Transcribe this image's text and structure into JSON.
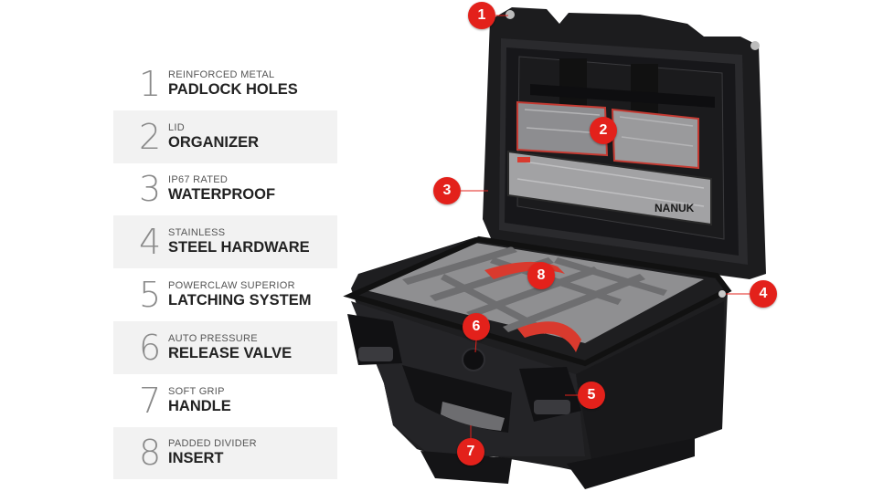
{
  "features": [
    {
      "number": "1",
      "line1": "REINFORCED METAL",
      "line2": "PADLOCK HOLES"
    },
    {
      "number": "2",
      "line1": "LID",
      "line2": "ORGANIZER"
    },
    {
      "number": "3",
      "line1": "IP67 RATED",
      "line2": "WATERPROOF"
    },
    {
      "number": "4",
      "line1": "STAINLESS",
      "line2": "STEEL HARDWARE"
    },
    {
      "number": "5",
      "line1": "POWERCLAW SUPERIOR",
      "line2": "LATCHING SYSTEM"
    },
    {
      "number": "6",
      "line1": "AUTO PRESSURE",
      "line2": "RELEASE VALVE"
    },
    {
      "number": "7",
      "line1": "SOFT GRIP",
      "line2": "HANDLE"
    },
    {
      "number": "8",
      "line1": "PADDED DIVIDER",
      "line2": "INSERT"
    }
  ],
  "badges": [
    "1",
    "2",
    "3",
    "4",
    "5",
    "6",
    "7",
    "8"
  ],
  "brand_logo": "NANUK",
  "colors": {
    "badge": "#e3211b",
    "case": "#1c1c1e",
    "divider": "#8e8e8e",
    "strap": "#d93a2e"
  }
}
